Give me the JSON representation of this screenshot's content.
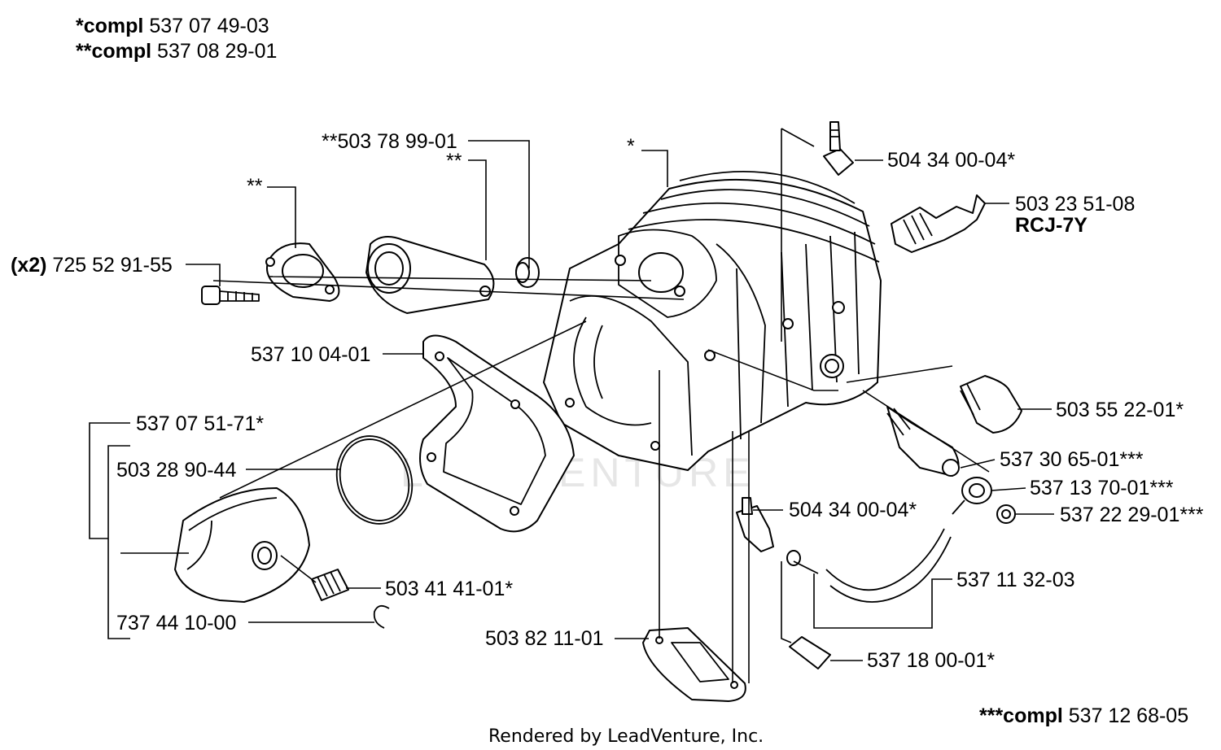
{
  "header": {
    "compl_1_prefix": "*compl",
    "compl_1_number": "537 07 49-03",
    "compl_2_prefix": "**compl",
    "compl_2_number": "537 08 29-01"
  },
  "labels": {
    "p_503789901": "**503 78 99-01",
    "p_star_cylinder": "*",
    "p_star2_manifold": "**",
    "p_star2_flange": "**",
    "qty_x2": "(x2)",
    "p_725529155": "725 52 91-55",
    "p_504340004_top": "504 34 00-04*",
    "p_503235108": "503 23 51-08",
    "p_rcj7y": "RCJ-7Y",
    "p_537100401": "537 10 04-01",
    "p_503552201": "503 55 22-01*",
    "p_537075171": "537 07 51-71*",
    "p_503289044": "503 28 90-44",
    "p_537306501": "537 30 65-01***",
    "p_537137001": "537 13 70-01***",
    "p_504340004_bottom": "504 34 00-04*",
    "p_537222901": "537 22 29-01***",
    "p_537113203": "537 11 32-03",
    "p_503414101": "503 41 41-01*",
    "p_737441000": "737 44 10-00",
    "p_503821101": "503 82 11-01",
    "p_537180001": "537 18 00-01*"
  },
  "footer": {
    "compl_3_prefix": "***compl",
    "compl_3_number": "537 12 68-05",
    "rendered_by": "Rendered by LeadVenture, Inc."
  },
  "watermark": "LEADVENTURE"
}
